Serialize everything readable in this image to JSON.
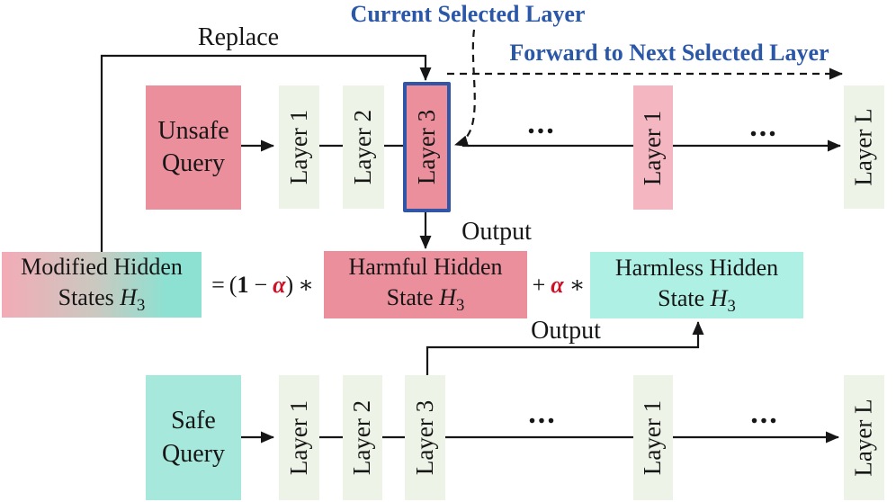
{
  "colors": {
    "pink": "#ec8f9d",
    "light-pink": "#f4b6c0",
    "light-green": "#edf4e7",
    "teal": "#a6e9dc",
    "teal-light": "#aef0e3",
    "grad-left": "#f3abb6",
    "grad-mid": "#c9c9c0",
    "grad-right": "#8de1d2",
    "accent-blue": "#2b57a8",
    "border-blue": "#3156a8",
    "accent-red": "#ce1126",
    "line": "#161616",
    "text": "#161616",
    "bg": "#ffffff"
  },
  "annotations": {
    "replace": "Replace",
    "current_selected_layer": "Current Selected Layer",
    "forward_to_next": "Forward to Next Selected Layer",
    "output_top": "Output",
    "output_bottom": "Output",
    "ellipsis_top_1": "...",
    "ellipsis_top_2": "...",
    "ellipsis_bottom_1": "...",
    "ellipsis_bottom_2": "..."
  },
  "top_row": {
    "query": {
      "line1": "Unsafe",
      "line2": "Query"
    },
    "layers": [
      {
        "label": "Layer 1"
      },
      {
        "label": "Layer 2"
      },
      {
        "label": "Layer 3"
      },
      {
        "label": "Layer 1"
      },
      {
        "label": "Layer L"
      }
    ]
  },
  "bottom_row": {
    "query": {
      "line1": "Safe",
      "line2": "Query"
    },
    "layers": [
      {
        "label": "Layer 1"
      },
      {
        "label": "Layer 2"
      },
      {
        "label": "Layer 3"
      },
      {
        "label": "Layer 1"
      },
      {
        "label": "Layer L"
      }
    ]
  },
  "equation": {
    "modified_box": {
      "line1": "Modified Hidden",
      "line2_prefix": "States ",
      "var": "H",
      "subscript": "3"
    },
    "harmful_box": {
      "line1": "Harmful Hidden",
      "line2_prefix": "State ",
      "var": "H",
      "subscript": "3"
    },
    "harmless_box": {
      "line1": "Harmless Hidden",
      "line2_prefix": "State ",
      "var": "H",
      "subscript": "3"
    },
    "equals": "=",
    "lparen": "(",
    "one": "1",
    "minus": "−",
    "alpha": "α",
    "rparen": ")",
    "times": "∗",
    "plus": "+"
  }
}
